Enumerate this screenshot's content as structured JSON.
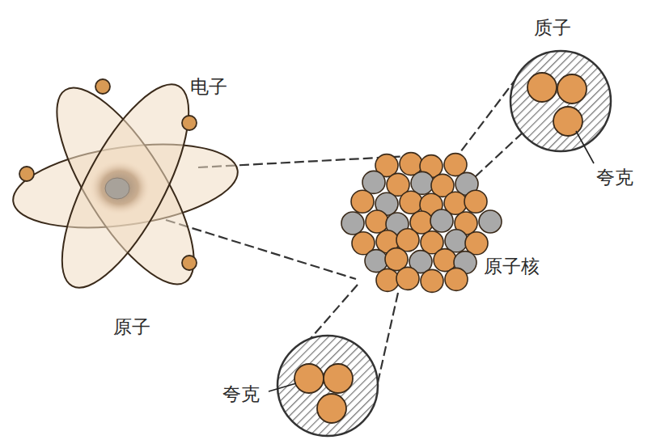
{
  "diagram": {
    "labels": [
      "电子",
      "原子",
      "原子核",
      "质子",
      "夸克",
      "夸克"
    ]
  }
}
